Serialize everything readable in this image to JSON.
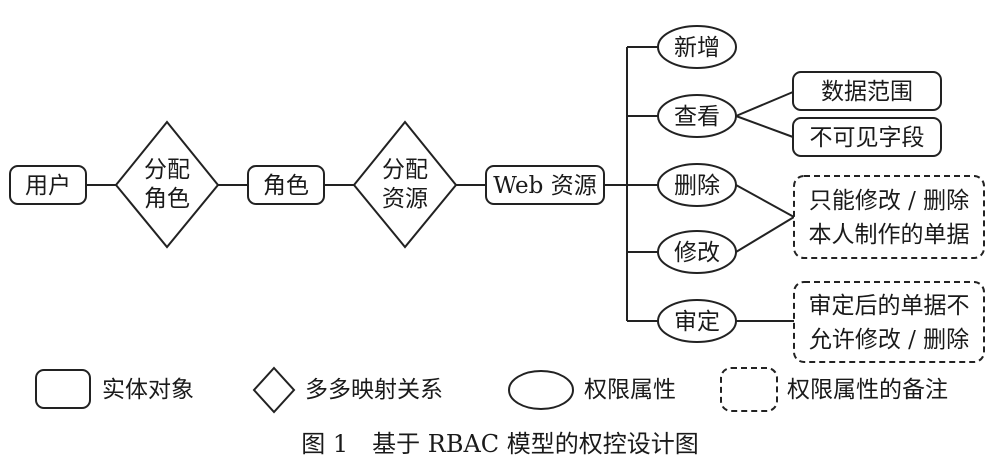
{
  "nodes": {
    "user": "用户",
    "assign_role": [
      "分配",
      "角色"
    ],
    "role": "角色",
    "assign_resource": [
      "分配",
      "资源"
    ],
    "web_resource": "Web 资源",
    "add": "新增",
    "view": "查看",
    "delete": "删除",
    "modify": "修改",
    "approve": "审定",
    "data_scope": "数据范围",
    "invisible_fields": "不可见字段",
    "note_own": [
      "只能修改 / 删除",
      "本人制作的单据"
    ],
    "note_approved": [
      "审定后的单据不",
      "允许修改 / 删除"
    ]
  },
  "legend": {
    "entity": "实体对象",
    "relation": "多多映射关系",
    "attribute": "权限属性",
    "note": "权限属性的备注"
  },
  "caption": "图 1　基于 RBAC 模型的权控设计图"
}
